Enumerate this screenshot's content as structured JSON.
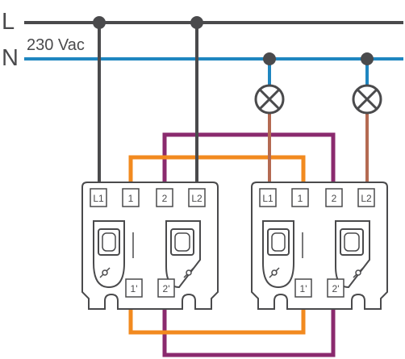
{
  "labels": {
    "line": "L",
    "neutral": "N",
    "voltage": "230 Vac"
  },
  "modules": [
    {
      "top_terminals": [
        "L1",
        "1",
        "2",
        "L2"
      ],
      "bottom_terminals": [
        "1'",
        "2'"
      ]
    },
    {
      "top_terminals": [
        "L1",
        "1",
        "2",
        "L2"
      ],
      "bottom_terminals": [
        "1'",
        "2'"
      ]
    }
  ],
  "colors": {
    "line": "#4a4a4c",
    "neutral": "#1f86c0",
    "orange_wire": "#f28a1f",
    "purple_wire": "#8a2a6e",
    "lamp_wire": "#b46a52",
    "outline": "#4a4a4c"
  },
  "icons": [
    "lamp-icon",
    "lamp-icon",
    "switch-button-icon",
    "pushbutton-icon"
  ]
}
